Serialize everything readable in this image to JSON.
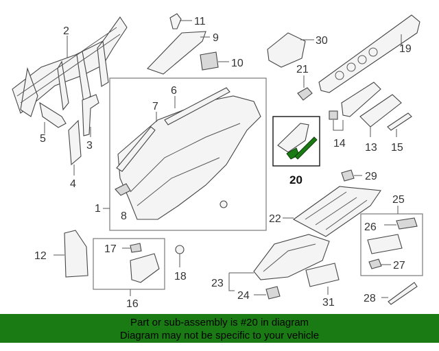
{
  "callouts": {
    "c1": "1",
    "c2": "2",
    "c3": "3",
    "c4": "4",
    "c5": "5",
    "c6": "6",
    "c7": "7",
    "c8": "8",
    "c9": "9",
    "c10": "10",
    "c11": "11",
    "c12": "12",
    "c13": "13",
    "c14": "14",
    "c15": "15",
    "c16": "16",
    "c17": "17",
    "c18": "18",
    "c19": "19",
    "c20": "20",
    "c21": "21",
    "c22": "22",
    "c23": "23",
    "c24": "24",
    "c25": "25",
    "c26": "26",
    "c27": "27",
    "c28": "28",
    "c29": "29",
    "c30": "30",
    "c31": "31"
  },
  "highlight": {
    "part_number": "20",
    "color": "#1a7a13"
  },
  "banner": {
    "line1": "Part or sub-assembly is #20 in diagram",
    "line2": "Diagram may not be specific to your vehicle",
    "background": "#1a7a13"
  }
}
